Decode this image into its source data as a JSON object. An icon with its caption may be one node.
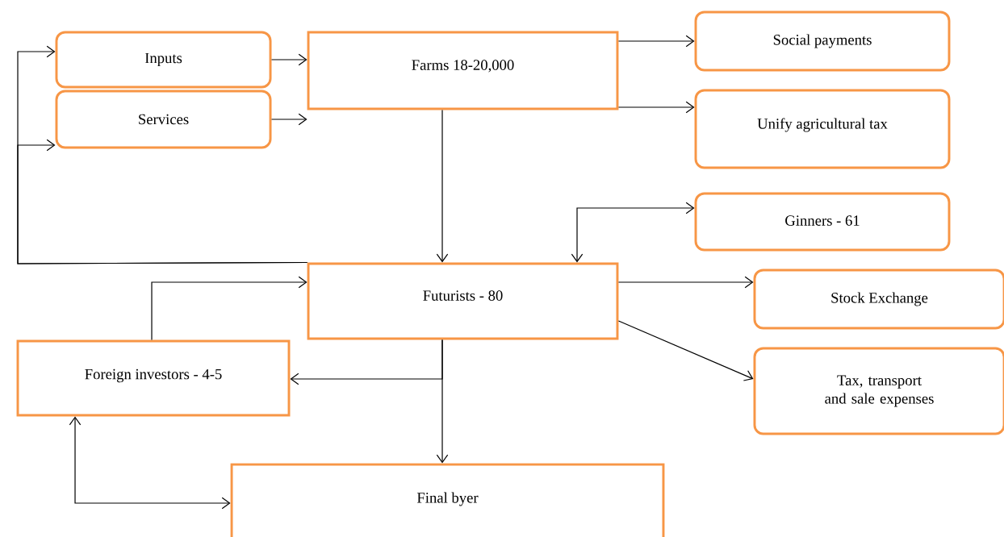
{
  "diagram": {
    "nodes": [
      {
        "text": [
          "Inputs"
        ]
      },
      {
        "text": [
          "Services"
        ]
      },
      {
        "text": [
          "Farms 18-20,000"
        ]
      },
      {
        "text": [
          "Social payments"
        ]
      },
      {
        "text": [
          "Unify agricultural tax"
        ]
      },
      {
        "text": [
          "Ginners - 61"
        ]
      },
      {
        "text": [
          "Futurists - 80"
        ]
      },
      {
        "text": [
          "Stock Exchange"
        ]
      },
      {
        "text": [
          "Foreign investors - 4-5"
        ]
      },
      {
        "text": [
          "Tax, transport and sale expenses"
        ]
      },
      {
        "text": [
          "Final byer"
        ]
      }
    ],
    "edges": [
      {
        "from": 0,
        "to": 2,
        "arrow": "to"
      },
      {
        "from": 1,
        "to": 2,
        "arrow": "to"
      },
      {
        "from": 2,
        "to": 3,
        "arrow": "to"
      },
      {
        "from": 2,
        "to": 4,
        "arrow": "to"
      },
      {
        "from": 2,
        "to": 6,
        "arrow": "to"
      },
      {
        "from": 5,
        "to": 6,
        "arrow": "both"
      },
      {
        "from": 6,
        "to": 0,
        "arrow": "to"
      },
      {
        "from": 6,
        "to": 1,
        "arrow": "to"
      },
      {
        "from": 8,
        "to": 6,
        "arrow": "to"
      },
      {
        "from": 6,
        "to": 7,
        "arrow": "to"
      },
      {
        "from": 6,
        "to": 9,
        "arrow": "to"
      },
      {
        "from": 6,
        "to": 10,
        "arrow": "to"
      },
      {
        "from": 6,
        "to": 8,
        "arrow": "to"
      },
      {
        "from": 8,
        "to": 10,
        "arrow": "both"
      }
    ]
  }
}
